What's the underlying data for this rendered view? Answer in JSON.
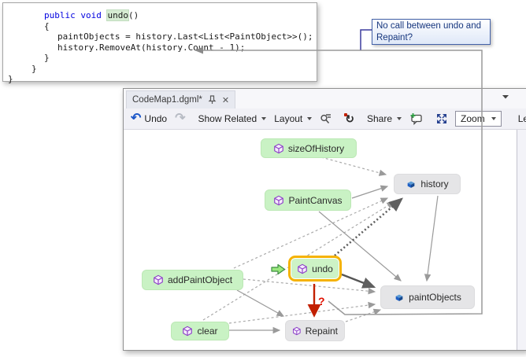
{
  "code_editor": {
    "line1": {
      "keyword": "public void ",
      "highlighted_name": "undo",
      "rest": "()"
    },
    "line2": "{",
    "line3": "paintObjects = history.Last<List<PaintObject>>();",
    "line4": "history.RemoveAt(history.Count - 1);",
    "line5": "}",
    "line6": "}",
    "line7": "}"
  },
  "annotation": {
    "tooltip_text": "No call between undo and Repaint?",
    "question_mark": "?"
  },
  "map_window": {
    "tab_title": "CodeMap1.dgml*",
    "tab_close_glyph": "✕",
    "overflow_glyph": "▼",
    "toolbar": {
      "undo_glyph": "↶",
      "undo_label": "Undo",
      "redo_glyph": "↷",
      "show_related_label": "Show Related",
      "layout_label": "Layout",
      "refresh_glyph": "↻",
      "share_label": "Share",
      "zoom_label": "Zoom",
      "legend_label": "Legend"
    }
  },
  "graph": {
    "nodes": [
      {
        "id": "sizeOfHistory",
        "label": "sizeOfHistory",
        "kind": "method",
        "color": "green",
        "selected": false
      },
      {
        "id": "history",
        "label": "history",
        "kind": "field",
        "color": "gray",
        "selected": false
      },
      {
        "id": "PaintCanvas",
        "label": "PaintCanvas",
        "kind": "method",
        "color": "green",
        "selected": false
      },
      {
        "id": "undo",
        "label": "undo",
        "kind": "method",
        "color": "green",
        "selected": true
      },
      {
        "id": "addPaintObject",
        "label": "addPaintObject",
        "kind": "method",
        "color": "green",
        "selected": false
      },
      {
        "id": "paintObjects",
        "label": "paintObjects",
        "kind": "field",
        "color": "gray",
        "selected": false
      },
      {
        "id": "clear",
        "label": "clear",
        "kind": "method",
        "color": "green",
        "selected": false
      },
      {
        "id": "Repaint",
        "label": "Repaint",
        "kind": "method",
        "color": "gray",
        "selected": false
      }
    ],
    "edges": [
      {
        "from": "sizeOfHistory",
        "to": "history",
        "style": "dashed"
      },
      {
        "from": "PaintCanvas",
        "to": "history",
        "style": "solid"
      },
      {
        "from": "PaintCanvas",
        "to": "paintObjects",
        "style": "solid"
      },
      {
        "from": "undo",
        "to": "history",
        "style": "bold-dotted"
      },
      {
        "from": "undo",
        "to": "paintObjects",
        "style": "bold-solid"
      },
      {
        "from": "history",
        "to": "paintObjects",
        "style": "solid"
      },
      {
        "from": "addPaintObject",
        "to": "history",
        "style": "dashed"
      },
      {
        "from": "addPaintObject",
        "to": "paintObjects",
        "style": "dashed"
      },
      {
        "from": "addPaintObject",
        "to": "Repaint",
        "style": "solid"
      },
      {
        "from": "clear",
        "to": "history",
        "style": "dashed"
      },
      {
        "from": "clear",
        "to": "paintObjects",
        "style": "dashed"
      },
      {
        "from": "clear",
        "to": "Repaint",
        "style": "solid"
      },
      {
        "from": "Repaint",
        "to": "paintObjects",
        "style": "dashed"
      },
      {
        "from": "undo",
        "to": "Repaint",
        "style": "red-question"
      }
    ]
  },
  "colors": {
    "node_green": "#c9f2c4",
    "node_gray": "#e5e5e7",
    "selection_orange": "#f5b200",
    "annotation_red": "#c22000",
    "tooltip_border_blue": "#4462a8",
    "method_icon_purple": "#8b3fc6",
    "field_icon_blue": "#1f5fc4"
  }
}
